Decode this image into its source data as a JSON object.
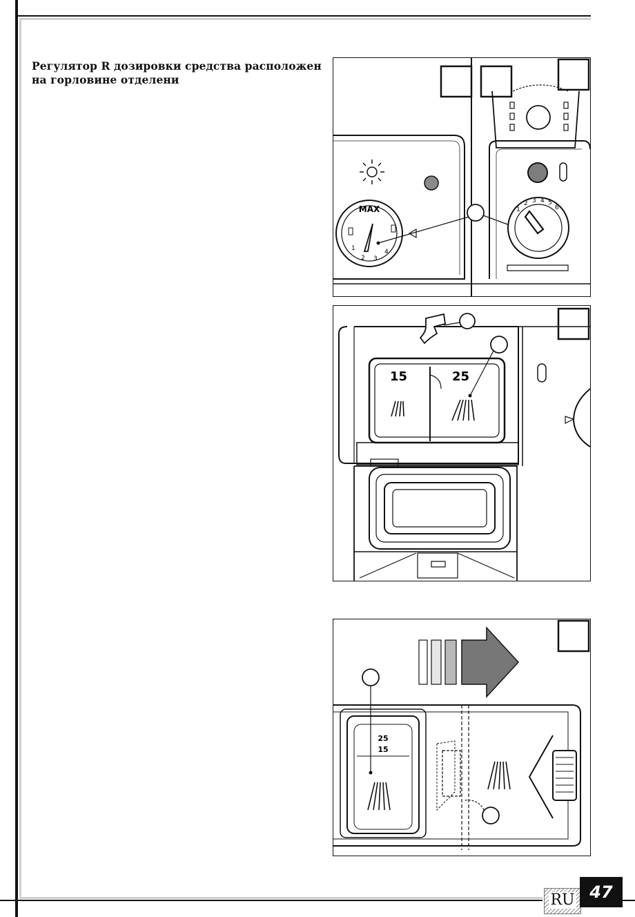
{
  "text": {
    "paragraph": "Регулятор R дозировки средства расположен на горловине отделени"
  },
  "figure1": {
    "dial_left_top": "MAX",
    "dial_left_numbers": [
      "1",
      "2",
      "3",
      "4"
    ],
    "dial_right_numbers": [
      "1",
      "2",
      "3",
      "4",
      "5",
      "6"
    ]
  },
  "figure2": {
    "label_left": "15",
    "label_right": "25"
  },
  "figure3": {
    "label_top": "25",
    "label_bottom": "15"
  },
  "footer": {
    "language": "RU",
    "page_number": "47"
  }
}
